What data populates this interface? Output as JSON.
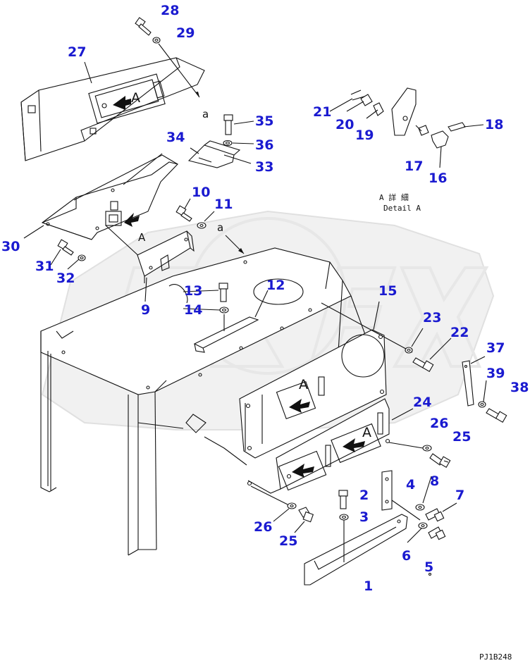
{
  "diagram": {
    "code": "PJ1B248",
    "detail_ja": "A 詳 細",
    "detail_en": "Detail A",
    "view_letter": "A",
    "ref_letter": "a",
    "label_color": "#1a1ad0",
    "watermark": "OREX",
    "labels": {
      "p1": "1",
      "p2": "2",
      "p3": "3",
      "p4": "4",
      "p5": "5",
      "p6": "6",
      "p7": "7",
      "p8": "8",
      "p9": "9",
      "p10": "10",
      "p11": "11",
      "p12": "12",
      "p13": "13",
      "p14": "14",
      "p15": "15",
      "p16": "16",
      "p17": "17",
      "p18": "18",
      "p19": "19",
      "p20": "20",
      "p21": "21",
      "p22": "22",
      "p23": "23",
      "p24": "24",
      "p25": "25",
      "p26": "26",
      "p27": "27",
      "p28": "28",
      "p29": "29",
      "p30": "30",
      "p31": "31",
      "p32": "32",
      "p33": "33",
      "p34": "34",
      "p35": "35",
      "p36": "36",
      "p37": "37",
      "p38": "38",
      "p39": "39"
    }
  }
}
